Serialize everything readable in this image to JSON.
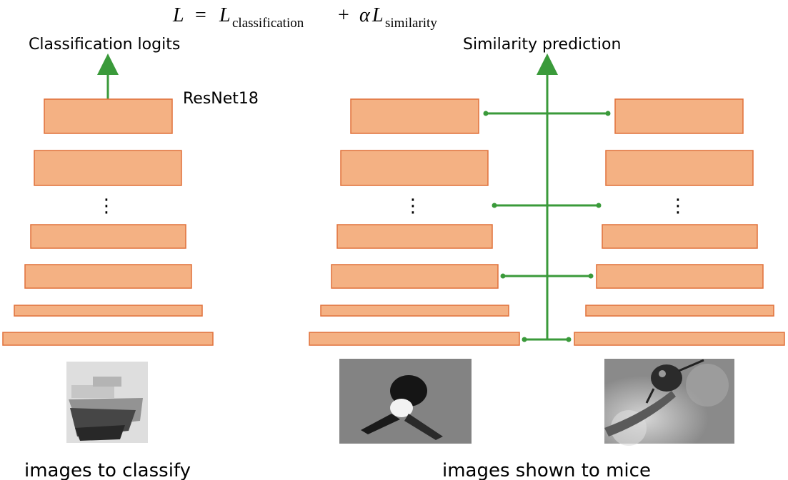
{
  "equation": {
    "lhs": "L",
    "equals": "=",
    "term1_symbol": "L",
    "term1_subscript": "classification",
    "plus": "+",
    "alpha": "α",
    "term2_symbol": "L",
    "term2_subscript": "similarity"
  },
  "left_network": {
    "output_label": "Classification logits",
    "model_label": "ResNet18",
    "ellipsis": "⋮",
    "caption": "images to classify"
  },
  "right_network": {
    "output_label": "Similarity prediction",
    "ellipsis_left": "⋮",
    "ellipsis_right": "⋮",
    "caption": "images shown to mice"
  },
  "colors": {
    "block_fill": "#f4b183",
    "block_stroke": "#e0703a",
    "connector": "#3a9a3a"
  }
}
